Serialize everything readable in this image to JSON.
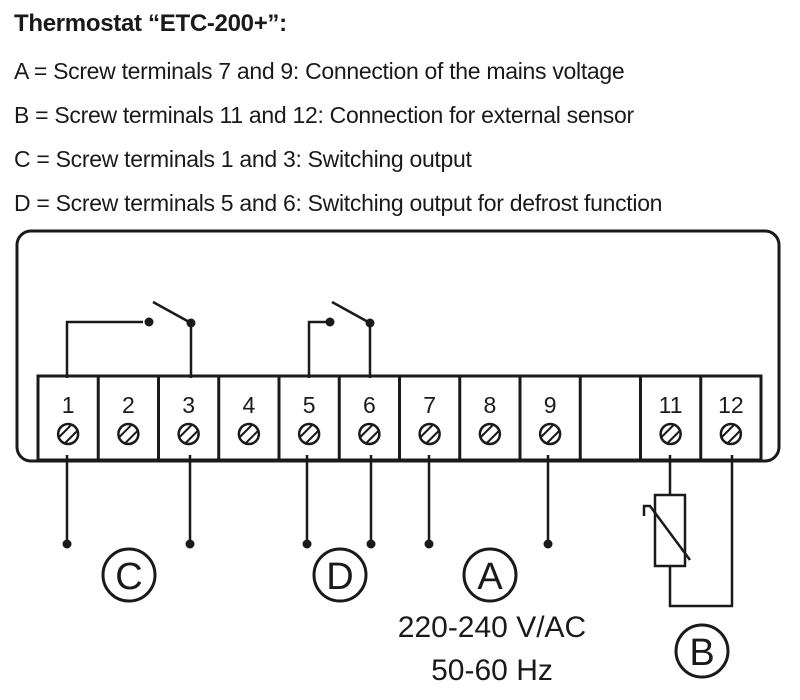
{
  "title": "Thermostat “ETC-200+”:",
  "legend": [
    "A = Screw terminals 7 and 9: Connection of the mains voltage",
    "B = Screw terminals 11 and 12: Connection for external sensor",
    "C = Screw terminals 1 and 3: Switching output",
    "D = Screw terminals 5 and 6: Switching output for defrost function"
  ],
  "terminals": [
    "1",
    "2",
    "3",
    "4",
    "5",
    "6",
    "7",
    "8",
    "9",
    "",
    "11",
    "12"
  ],
  "groups": {
    "C": "C",
    "D": "D",
    "A": "A",
    "B": "B"
  },
  "supply": {
    "voltage": "220-240 V/AC",
    "frequency": "50-60 Hz"
  },
  "colors": {
    "line": "#1a1a1a",
    "background": "#ffffff"
  }
}
